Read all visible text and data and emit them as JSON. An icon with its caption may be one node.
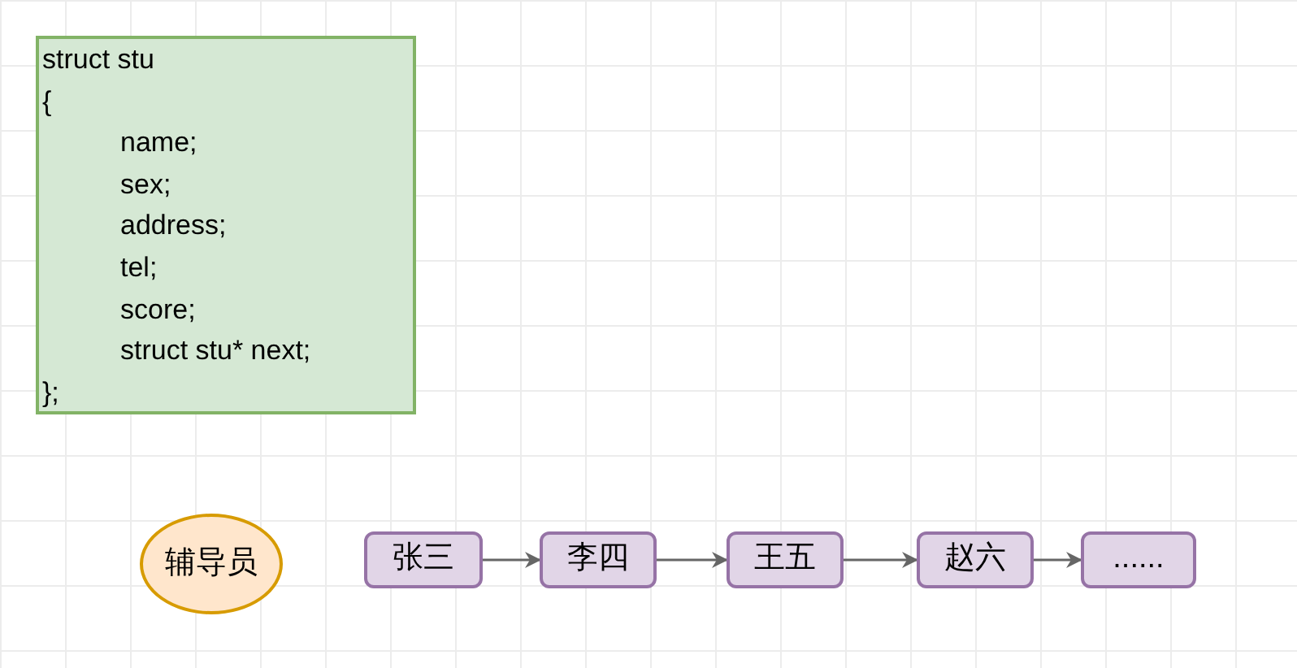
{
  "diagram": {
    "nodes": [
      {
        "text": [
          "struct stu",
          "{",
          "name;",
          "sex;",
          "address;",
          "tel;",
          "score;",
          "struct stu* next;",
          "};"
        ]
      },
      {
        "text": [
          "辅导员"
        ]
      },
      {
        "text": [
          "张三"
        ]
      },
      {
        "text": [
          "李四"
        ]
      },
      {
        "text": [
          "王五"
        ]
      },
      {
        "text": [
          "赵六"
        ]
      },
      {
        "text": [
          "......"
        ]
      }
    ],
    "edges": [
      {
        "from": 2,
        "to": 3,
        "arrow": "to"
      },
      {
        "from": 3,
        "to": 4,
        "arrow": "to"
      },
      {
        "from": 4,
        "to": 5,
        "arrow": "to"
      },
      {
        "from": 5,
        "to": 6,
        "arrow": "to"
      }
    ]
  }
}
